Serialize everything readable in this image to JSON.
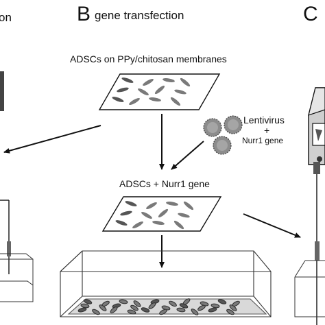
{
  "panel_a": {
    "title_fragment": "on"
  },
  "panel_b": {
    "letter": "B",
    "title": "gene transfection",
    "membrane_label": "ADSCs on PPy/chitosan  membranes",
    "vector_label": "Lentivirus",
    "plus": "+",
    "gene_label": "Nurr1 gene",
    "result_label": "ADSCs + Nurr1 gene"
  },
  "panel_c": {
    "letter": "C"
  },
  "colors": {
    "line": "#111111",
    "cell": "#7a7a7a",
    "cell_dark": "#555555",
    "virus": "#8c8c8c",
    "device": "#bfbfbf"
  }
}
